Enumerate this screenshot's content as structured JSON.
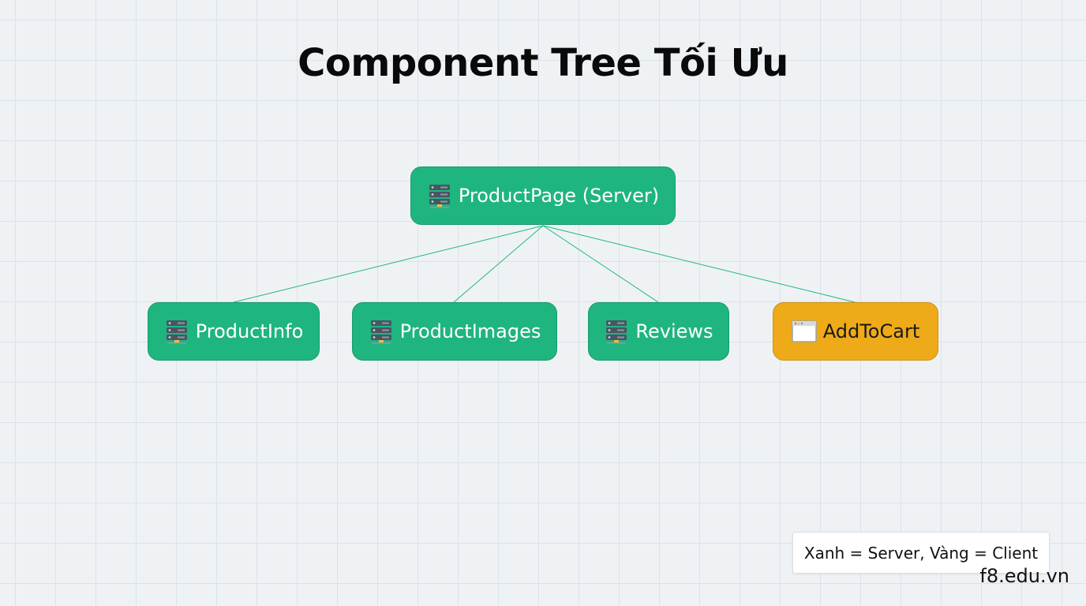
{
  "title": "Component Tree Tối Ưu",
  "colors": {
    "server": "#1fb57f",
    "client": "#eeaa19",
    "edge": "#1fb57f"
  },
  "nodes": {
    "root": {
      "label": "ProductPage (Server)",
      "type": "server",
      "icon": "server-rack-icon"
    },
    "children": [
      {
        "label": "ProductInfo",
        "type": "server",
        "icon": "server-rack-icon"
      },
      {
        "label": "ProductImages",
        "type": "server",
        "icon": "server-rack-icon"
      },
      {
        "label": "Reviews",
        "type": "server",
        "icon": "server-rack-icon"
      },
      {
        "label": "AddToCart",
        "type": "client",
        "icon": "browser-window-icon"
      }
    ]
  },
  "legend": {
    "text": "Xanh = Server, Vàng = Client"
  },
  "watermark": "f8.edu.vn"
}
